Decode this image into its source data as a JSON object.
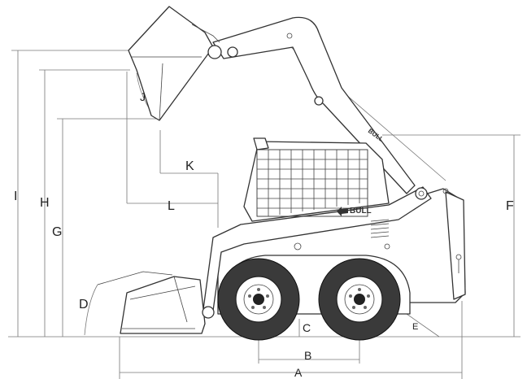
{
  "dimensions": {
    "A": "A",
    "B": "B",
    "C": "C",
    "D": "D",
    "E": "E",
    "F": "F",
    "G": "G",
    "H": "H",
    "I": "I",
    "J": "J",
    "K": "K",
    "L": "L"
  },
  "branding": {
    "cab_logo": "BULL",
    "arm_logo": "BULL"
  }
}
